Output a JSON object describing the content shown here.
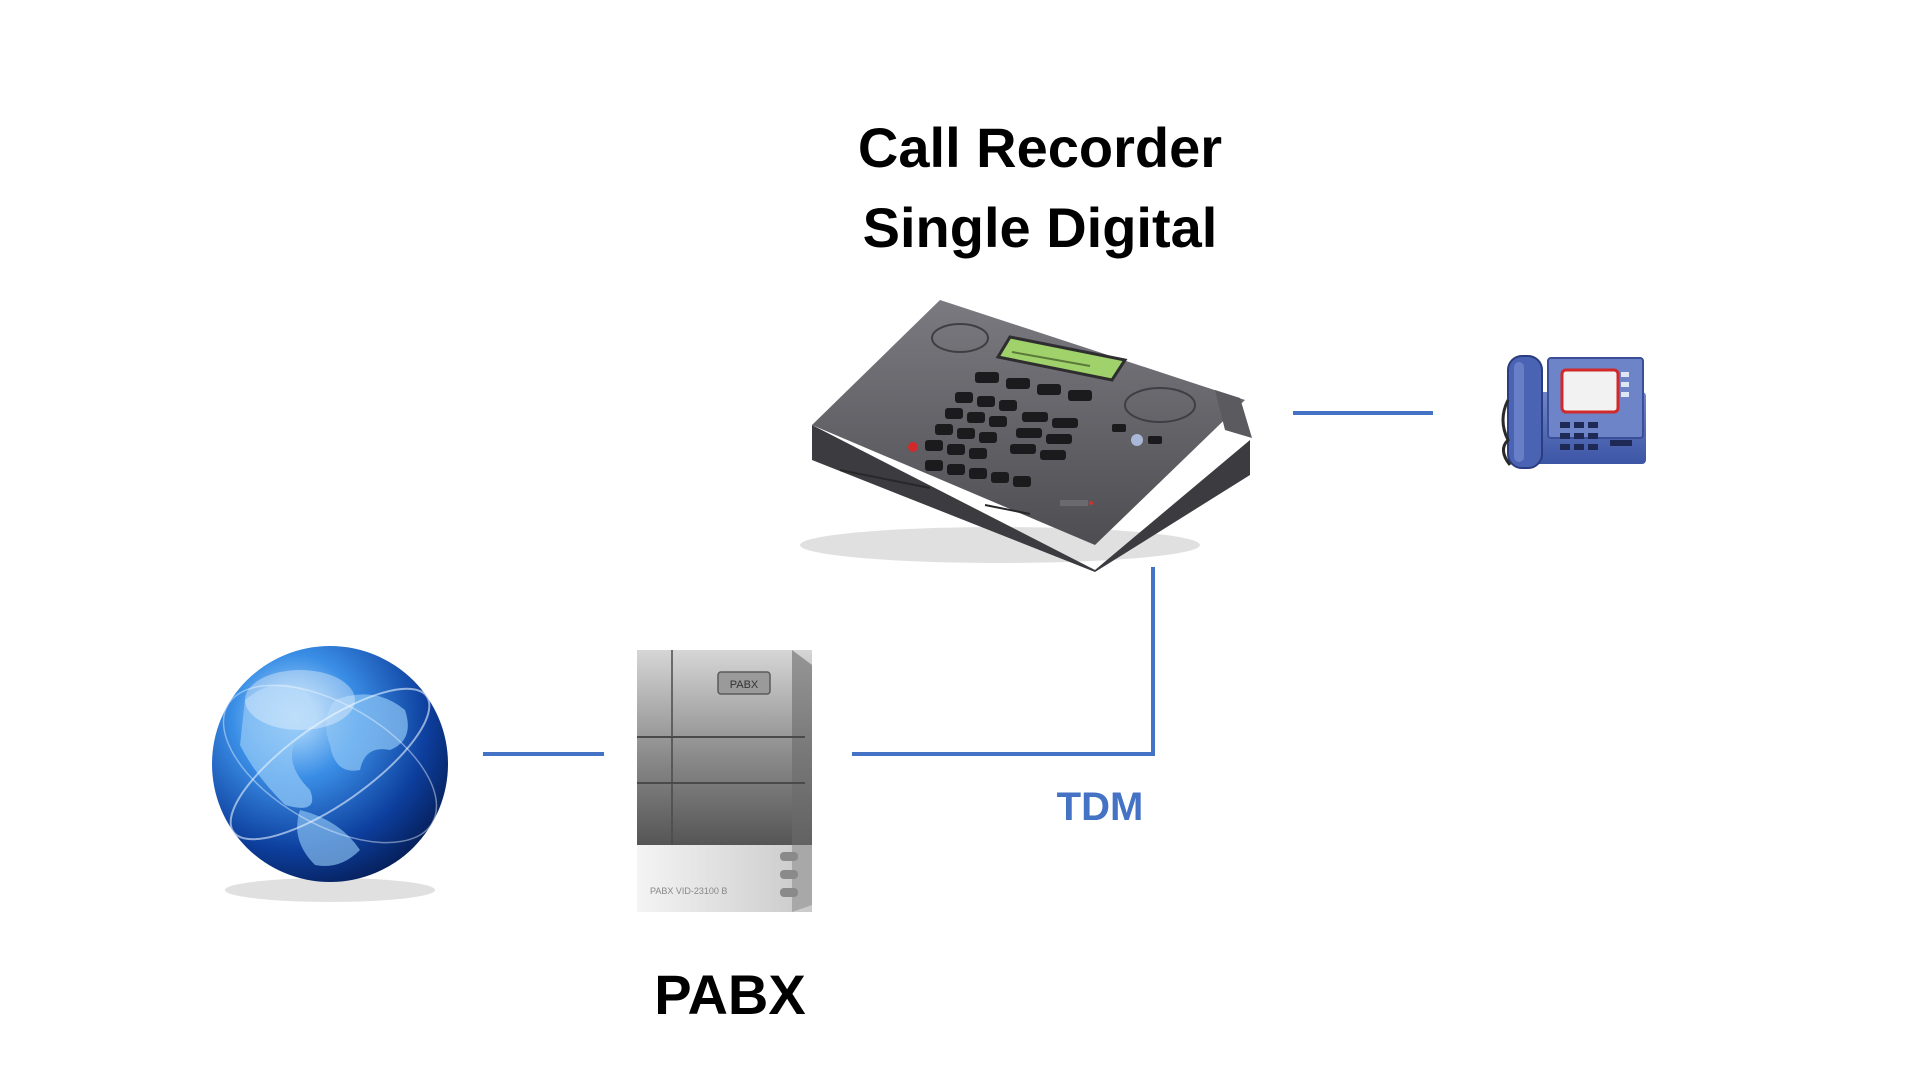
{
  "diagram": {
    "title": {
      "line1": "Call Recorder",
      "line2": "Single Digital"
    },
    "pabx_label": "PABX",
    "connection_label": "TDM",
    "pabx_nameplate": "PABX",
    "pabx_model": "PABX VID-23100 B",
    "link_color": "#4472C4",
    "icons": [
      "globe-icon",
      "pabx-server-icon",
      "call-recorder-device-icon",
      "ip-phone-icon"
    ]
  }
}
